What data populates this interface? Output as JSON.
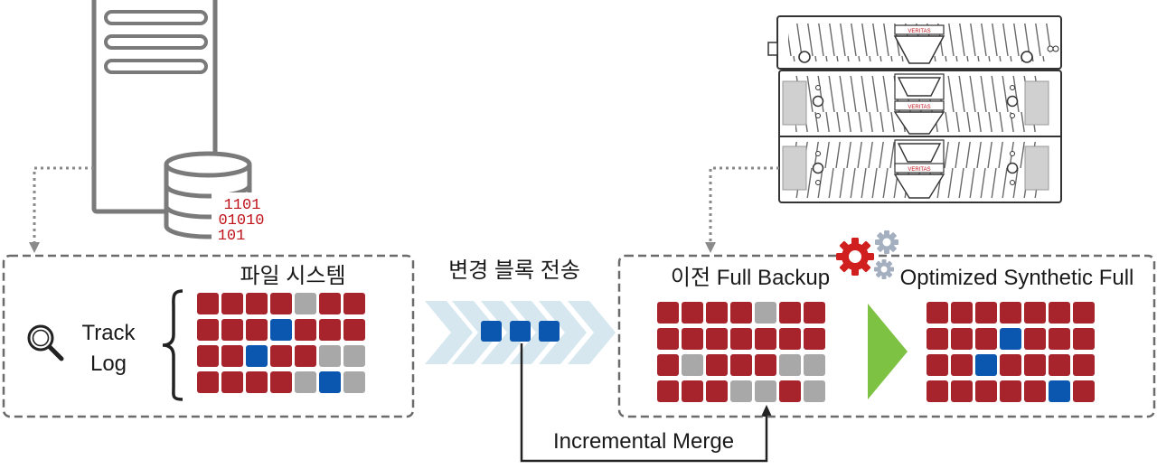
{
  "labels": {
    "filesystem": "파일 시스템",
    "track_log": [
      "Track",
      "Log"
    ],
    "changed_blocks": "변경 블록 전송",
    "previous_full": "이전 Full Backup",
    "synthetic_full": "Optimized Synthetic Full",
    "merge": "Incremental Merge",
    "binary": [
      "1101",
      "01010",
      "101"
    ],
    "appliance_brand": "VERITAS"
  },
  "colors": {
    "block_red": "#a8242c",
    "block_blue": "#0b57b0",
    "block_gray": "#a8a8a8",
    "binary_text": "#c0141c",
    "chevron": "#cfe3ee",
    "green_arrow": "#7dc242",
    "gear_red": "#d01f1f",
    "gear_gray": "#a4afbf",
    "dashed_border": "#6b6b6b"
  },
  "grids": {
    "filesystem": [
      [
        "r",
        "r",
        "r",
        "r",
        "g",
        "r",
        "r"
      ],
      [
        "r",
        "r",
        "r",
        "b",
        "r",
        "r",
        "r"
      ],
      [
        "r",
        "r",
        "b",
        "r",
        "r",
        "g",
        "g"
      ],
      [
        "r",
        "r",
        "r",
        "r",
        "g",
        "b",
        "g"
      ]
    ],
    "changed": [
      "b",
      "b",
      "b"
    ],
    "previous_full": [
      [
        "r",
        "r",
        "r",
        "r",
        "g",
        "r",
        "r"
      ],
      [
        "r",
        "r",
        "r",
        "r",
        "r",
        "r",
        "r"
      ],
      [
        "r",
        "g",
        "r",
        "r",
        "r",
        "g",
        "g"
      ],
      [
        "r",
        "r",
        "r",
        "g",
        "g",
        "r",
        "g"
      ]
    ],
    "synthetic_full": [
      [
        "r",
        "r",
        "r",
        "r",
        "r",
        "r",
        "r"
      ],
      [
        "r",
        "r",
        "r",
        "b",
        "r",
        "r",
        "r"
      ],
      [
        "r",
        "r",
        "b",
        "r",
        "r",
        "r",
        "r"
      ],
      [
        "r",
        "r",
        "r",
        "r",
        "r",
        "b",
        "r"
      ]
    ]
  },
  "icons": [
    "server-tower-icon",
    "database-icon",
    "magnifier-icon",
    "bracket-icon",
    "chevron-arrows-icon",
    "backup-appliance-icon",
    "gears-icon",
    "play-arrow-icon"
  ]
}
